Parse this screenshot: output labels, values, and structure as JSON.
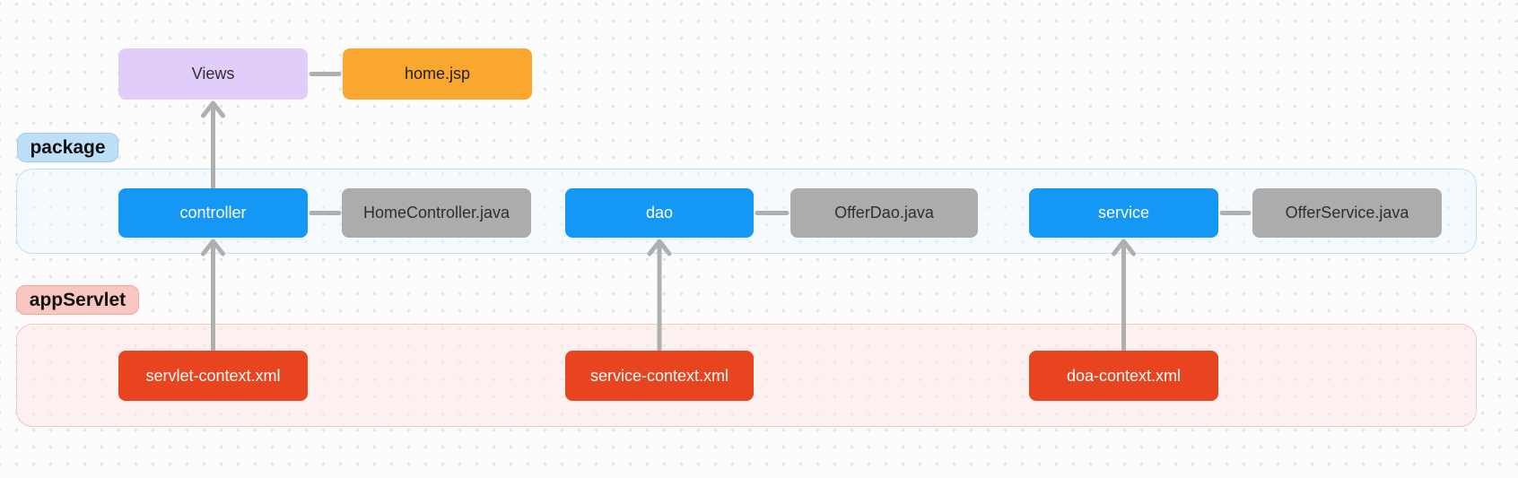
{
  "colors": {
    "background": "#FCFCFC",
    "dot": "#E4E4E4",
    "views_fill": "#E0CDFA",
    "home_jsp_fill": "#F9A72E",
    "blue_fill": "#1597F5",
    "gray_fill": "#ACACAC",
    "red_fill": "#E8441F",
    "package_badge_fill": "#BDE0F8",
    "appservlet_badge_fill": "#F8C7C1",
    "package_container_fill": "#F4FAFE",
    "package_container_border": "#BDE2F6",
    "appservlet_container_fill": "#FDF1EF",
    "appservlet_container_border": "#F6C9C0",
    "arrow": "#AFAFAF"
  },
  "views_row": {
    "views_label": "Views",
    "home_jsp_label": "home.jsp"
  },
  "package_section": {
    "badge_label": "package",
    "columns": [
      {
        "package_label": "controller",
        "file_label": "HomeController.java"
      },
      {
        "package_label": "dao",
        "file_label": "OfferDao.java"
      },
      {
        "package_label": "service",
        "file_label": "OfferService.java"
      }
    ]
  },
  "appservlet_section": {
    "badge_label": "appServlet",
    "configs": [
      {
        "label": "servlet-context.xml"
      },
      {
        "label": "service-context.xml"
      },
      {
        "label": "doa-context.xml"
      }
    ]
  }
}
